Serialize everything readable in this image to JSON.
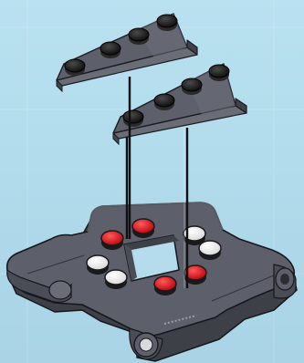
{
  "colors": {
    "background": "#b4dcec",
    "brick": "#5d606a",
    "brick_light": "#8a8d95",
    "brick_dark": "#3f4249",
    "stud_red": "#d0101b",
    "stud_white": "#ffffff",
    "stud_black": "#1a1a1a",
    "connector_line": "#111111"
  },
  "icons": {
    "top_slope": "slope-brick-icon",
    "bottom_slope": "slope-brick-icon",
    "base": "frame-plate-icon"
  },
  "instruction": {
    "studs_per_slope": 4,
    "base_stud_colors": [
      "red",
      "white",
      "white",
      "red",
      "white",
      "red",
      "white",
      "red"
    ]
  }
}
